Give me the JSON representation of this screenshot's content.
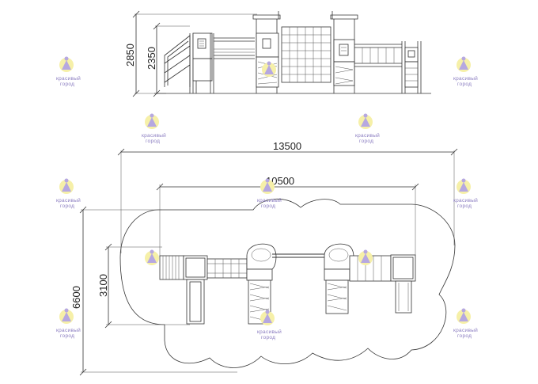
{
  "dimensions": {
    "total_height": "2850",
    "platform_height": "2350",
    "overall_length": "13500",
    "structure_length": "10500",
    "overall_width": "6600",
    "structure_width": "3100"
  },
  "watermark": {
    "line1": "красивый",
    "line2": "город"
  }
}
